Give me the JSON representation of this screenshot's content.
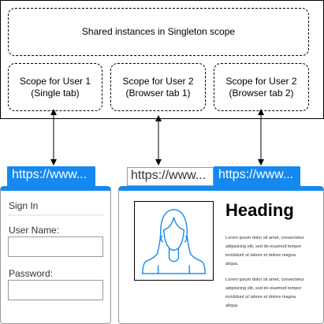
{
  "singleton": {
    "label": "Shared instances in Singleton scope"
  },
  "scopes": [
    {
      "line1": "Scope for User 1",
      "line2": "(Single tab)"
    },
    {
      "line1": "Scope for User 2",
      "line2": "(Browser tab 1)"
    },
    {
      "line1": "Scope for User 2",
      "line2": "(Browser tab 2)"
    }
  ],
  "browser_left": {
    "tab_url": "https://www...",
    "form_title": "Sign In",
    "username_label": "User Name:",
    "password_label": "Password:"
  },
  "browser_right": {
    "tab_inactive_url": "https://www...",
    "tab_active_url": "https://www...",
    "heading": "Heading",
    "paragraph1": "Lorem ipsum dolor sit amet, consectetur adipisicing elit, sed do eiusmod tempor incididunt ut labore et dolore magna aliqua.",
    "paragraph2": "Lorem ipsum dolor sit amet, consectetur adipisicing elit, sed do eiusmod tempor incididunt ut labore et dolore magna aliqua."
  },
  "colors": {
    "accent": "#1589f0",
    "outline": "#000000",
    "avatar_stroke": "#1589f0"
  }
}
